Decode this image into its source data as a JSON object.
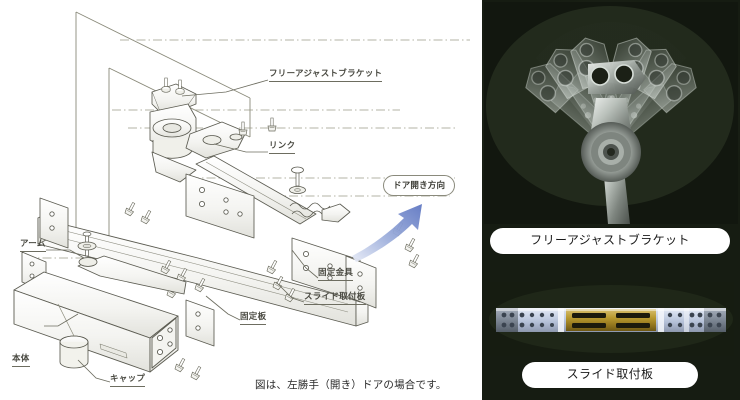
{
  "diagram": {
    "caption": "図は、左勝手（開き）ドアの場合です。",
    "door_direction_pill": "ドア開き方向",
    "labels": {
      "free_adjust_bracket": "フリーアジャストブラケット",
      "link": "リンク",
      "arm": "アーム",
      "fixing_metal": "固定金具",
      "slide_mounting_plate": "スライド取付板",
      "fixing_plate": "固定板",
      "main_body": "本体",
      "cap": "キャップ"
    },
    "colors": {
      "line": "#6d6d60",
      "label_text": "#4a4a42",
      "arrow": "#7f93cf",
      "background": "#ffffff"
    }
  },
  "photos": {
    "background_color": "#1f2619",
    "bracket": {
      "pill_label": "フリーアジャストブラケット",
      "alt": "free-adjust-bracket-multi-exposure-photo"
    },
    "slide_plate": {
      "pill_label": "スライド取付板",
      "alt": "slide-mounting-plate-photo"
    }
  }
}
